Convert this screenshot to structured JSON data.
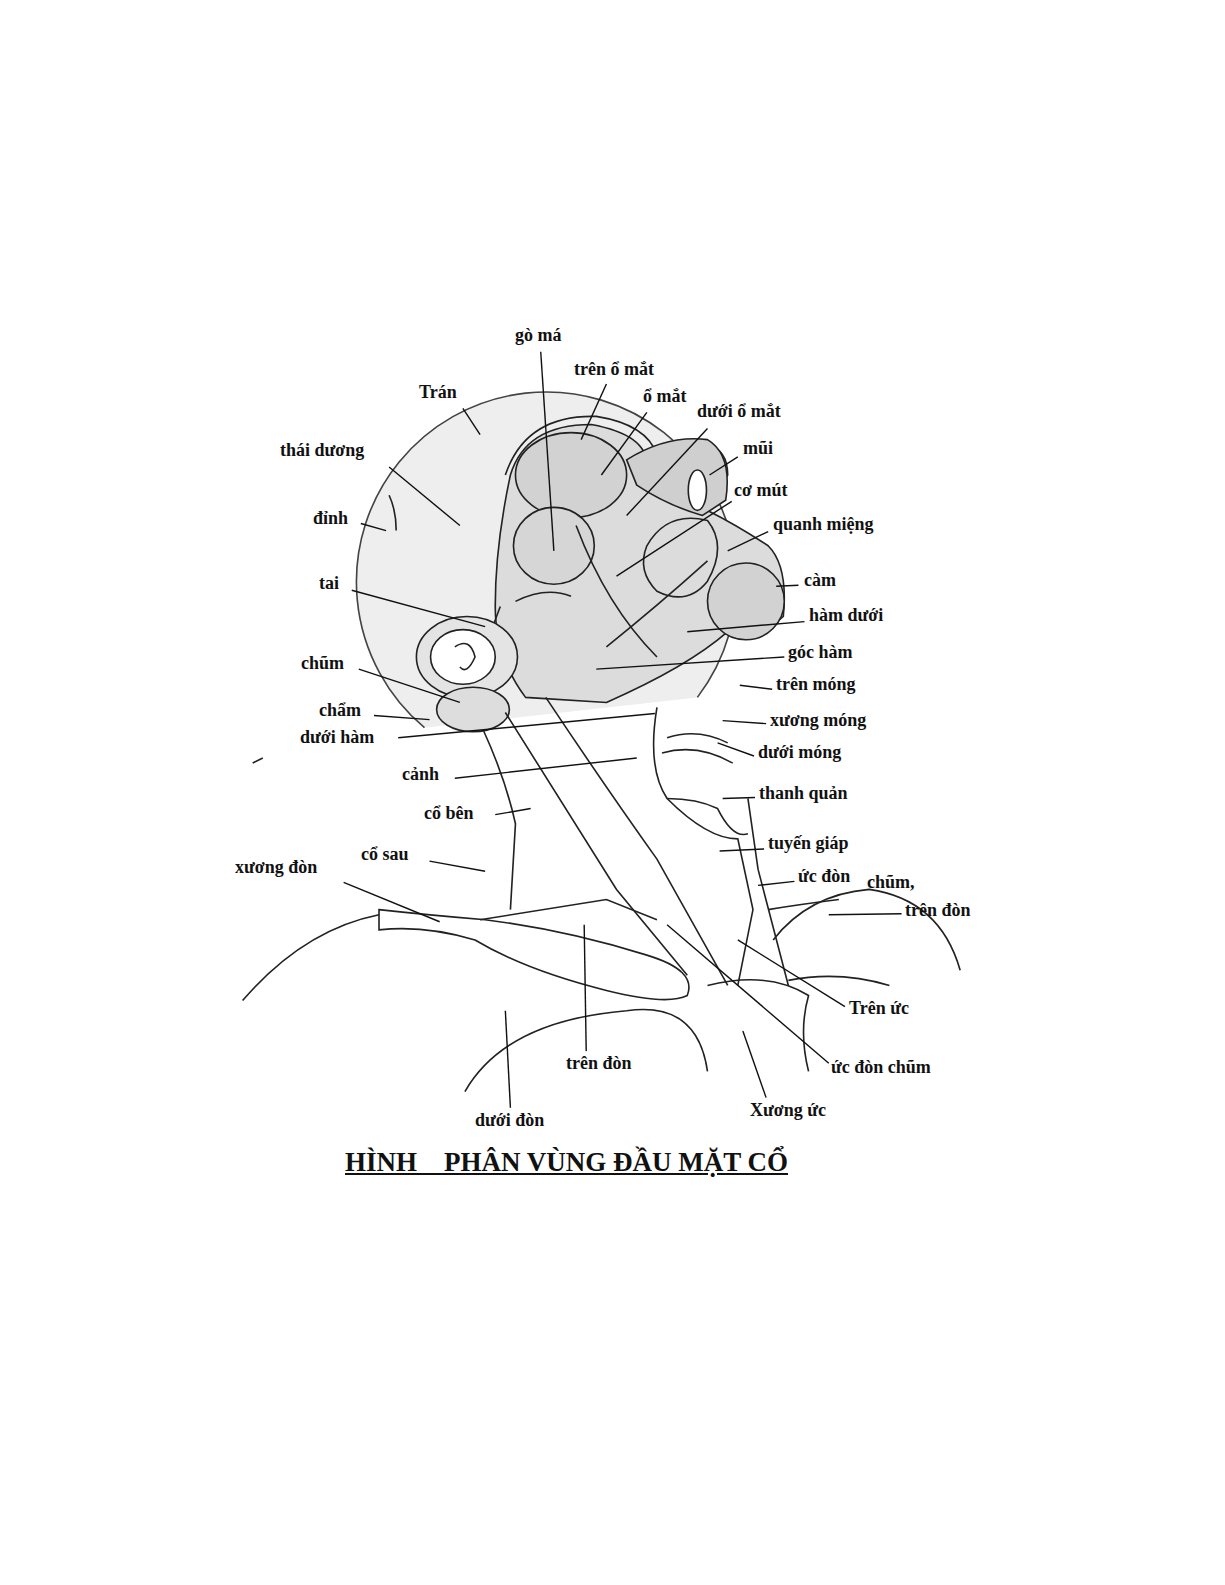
{
  "diagram": {
    "caption": "HÌNH    PHÂN VÙNG ĐẦU MẶT CỔ",
    "labels": [
      "gò má",
      "trên ổ mắt",
      "Trán",
      "ổ mắt",
      "dưới ổ mắt",
      "thái dương",
      "mũi",
      "cơ mút",
      "đỉnh",
      "quanh miệng",
      "tai",
      "càm",
      "hàm dưới",
      "góc hàm",
      "chũm",
      "trên móng",
      "chẩm",
      "xương móng",
      "dưới hàm",
      "dưới móng",
      "cảnh",
      "thanh quản",
      "cổ bên",
      "tuyến giáp",
      "cổ sau",
      "xương đòn",
      "ức đòn",
      "chũm,",
      "trên đòn",
      "Trên ức",
      "trên đòn",
      "ức đòn chũm",
      "Xương ức",
      "dưới đòn"
    ]
  }
}
